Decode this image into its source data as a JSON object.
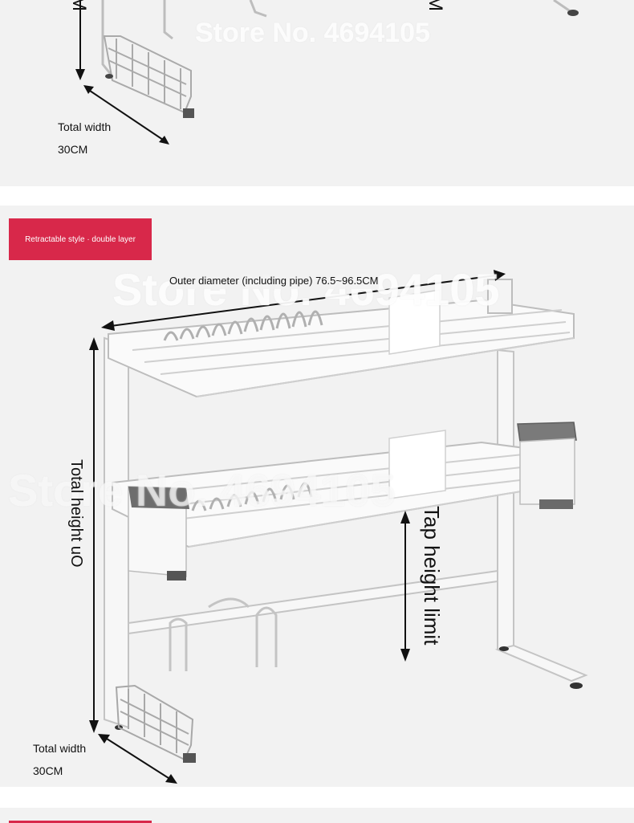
{
  "top_panel": {
    "watermark": "Store No. 4694105",
    "total_width_label": "Total width",
    "total_width_value": "30CM",
    "cropped_left_glyph": "M",
    "cropped_right_glyph": "M"
  },
  "main_panel": {
    "badge": "Retractable style · double layer",
    "outer_diameter": "Outer diameter (including pipe) 76.5~96.5CM",
    "total_height": "Total height uO",
    "tap_height": "Tap height limit",
    "total_width_label": "Total width",
    "total_width_value": "30CM",
    "watermark_1": "Store No. 4694105",
    "watermark_2": "Store No. 4694105"
  },
  "colors": {
    "background": "#ffffff",
    "panel": "#f2f2f2",
    "badge": "#d8284a",
    "dimension_lines": "#111111",
    "rack": "#c8c8c8"
  }
}
